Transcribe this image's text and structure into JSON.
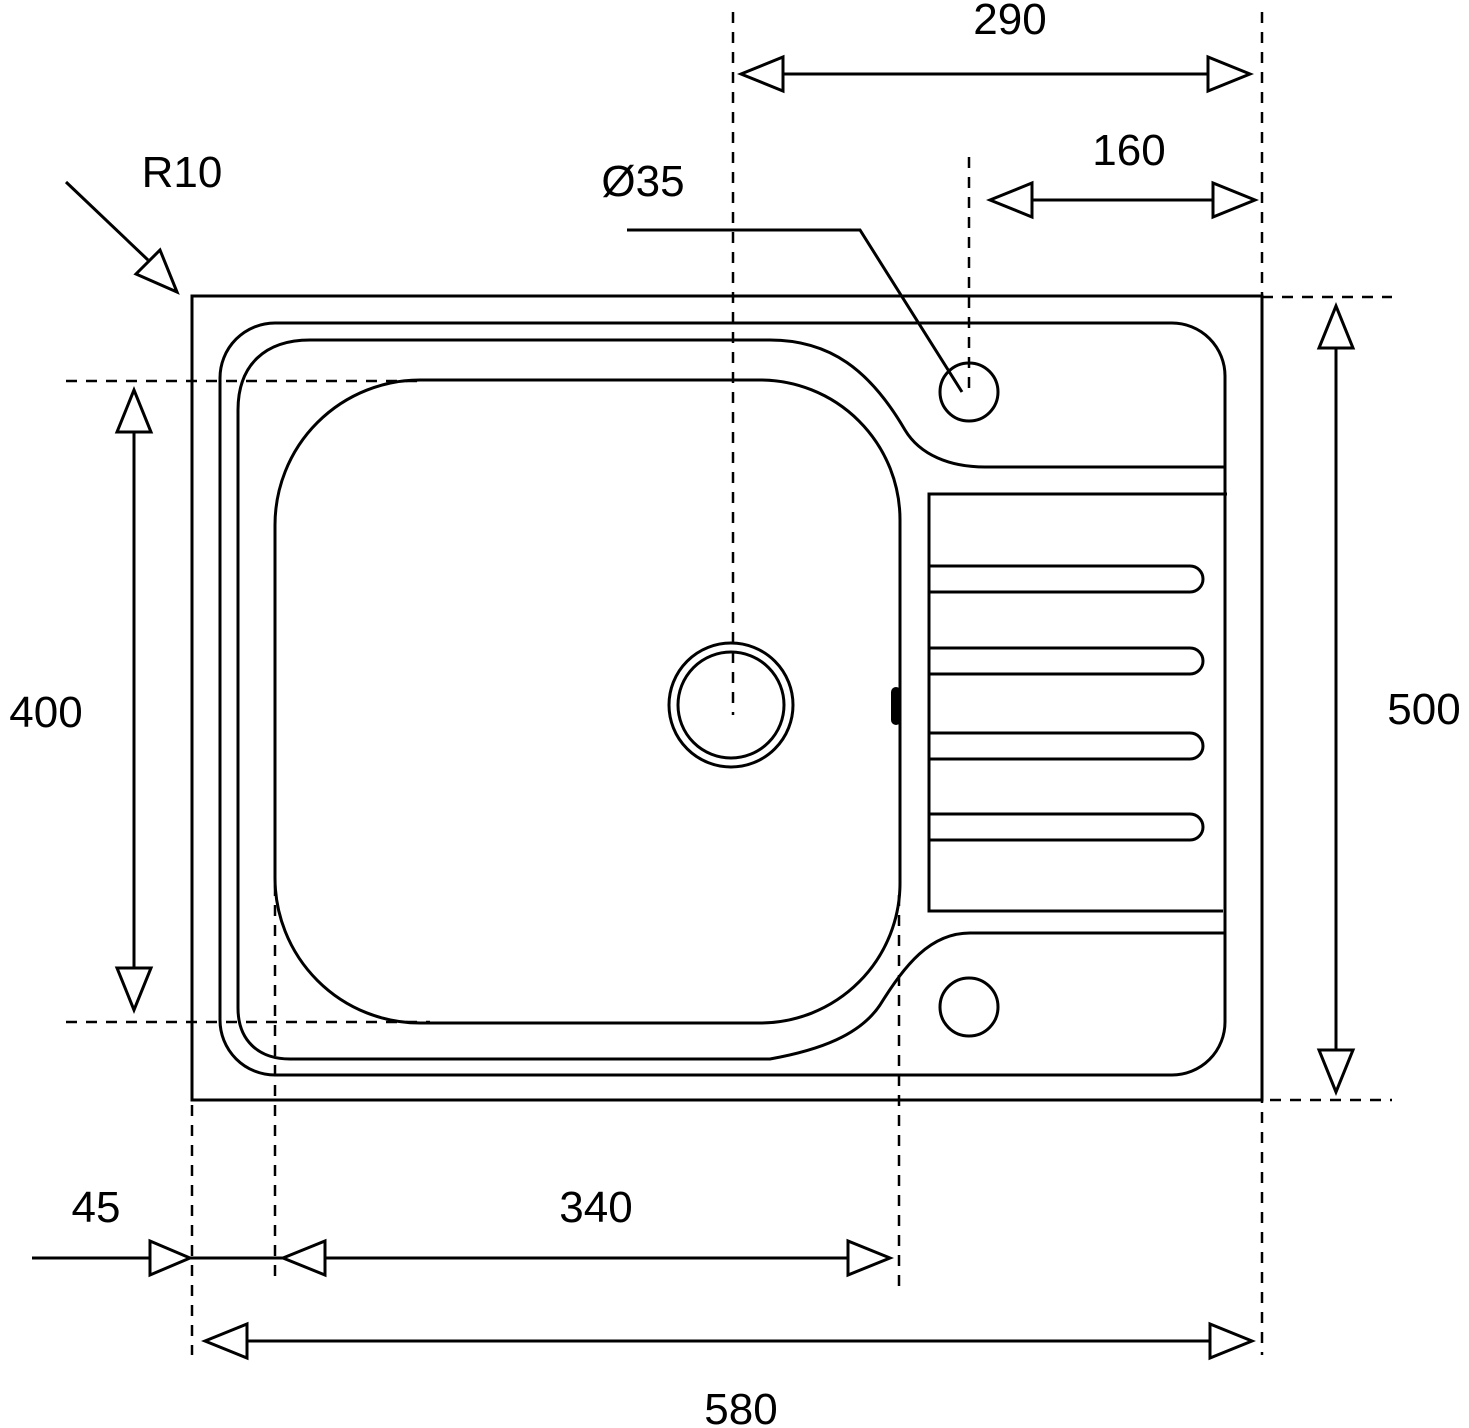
{
  "dimensions": {
    "top_width": "290",
    "tap_offset": "160",
    "tap_diameter": "Ø35",
    "corner_radius": "R10",
    "bowl_height": "400",
    "total_height": "500",
    "edge_offset": "45",
    "bowl_width": "340",
    "total_width": "580"
  }
}
